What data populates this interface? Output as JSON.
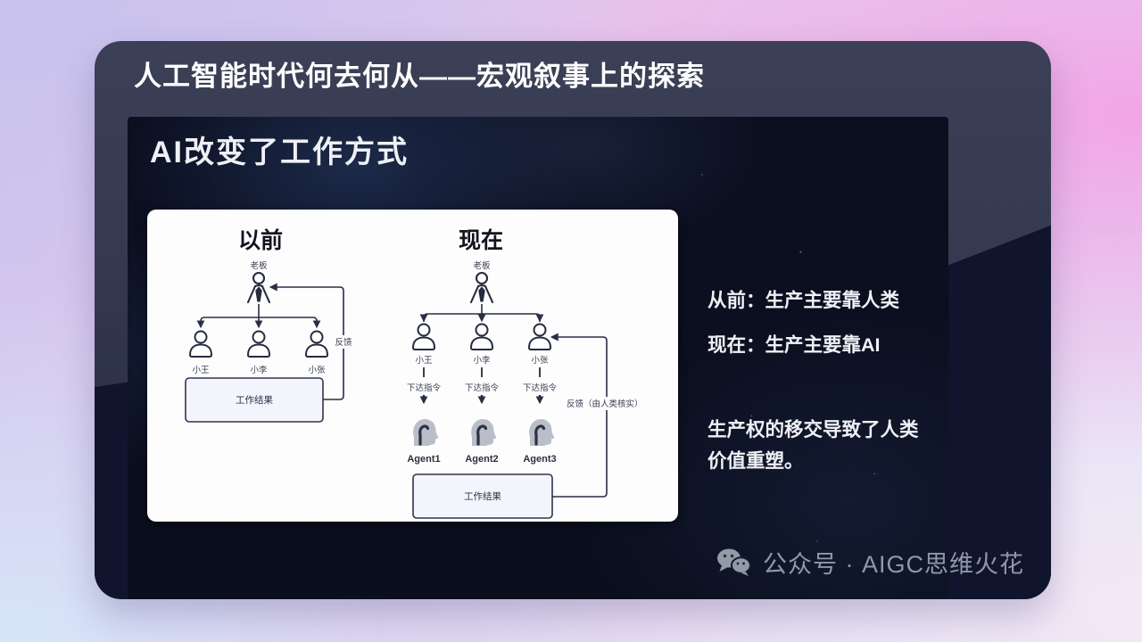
{
  "page_title": "人工智能时代何去何从——宏观叙事上的探索",
  "slide": {
    "heading": "AI改变了工作方式",
    "diagram": {
      "before": {
        "title": "以前",
        "boss_label": "老板",
        "workers": [
          "小王",
          "小李",
          "小张"
        ],
        "result_box": "工作结果",
        "feedback_label": "反馈"
      },
      "now": {
        "title": "现在",
        "boss_label": "老板",
        "workers": [
          "小王",
          "小李",
          "小张"
        ],
        "command_label": "下达指令",
        "agents": [
          "Agent1",
          "Agent2",
          "Agent3"
        ],
        "result_box": "工作结果",
        "feedback_label": "反馈（由人类核实）"
      }
    },
    "notes": {
      "line1": "从前：生产主要靠人类",
      "line2": "现在：生产主要靠AI",
      "paragraph": "生产权的移交导致了人类价值重塑。"
    }
  },
  "footer": {
    "icon": "wechat-icon",
    "watermark": "公众号 · AIGC思维火花"
  },
  "colors": {
    "bg_top_left": "#c9c2ee",
    "bg_top_right": "#f0a7e5",
    "bg_bottom_left": "#d6e4f8",
    "bg_bottom_right": "#f2e8f6",
    "card_top": "#3c4056",
    "card_dark": "#10142d",
    "slide_bg": "#0b0f20",
    "panel_bg": "#fdfdfe",
    "diagram_line": "#2a2e44",
    "result_box_fill": "#f4f5fc",
    "watermark_text": "#9098a6"
  }
}
